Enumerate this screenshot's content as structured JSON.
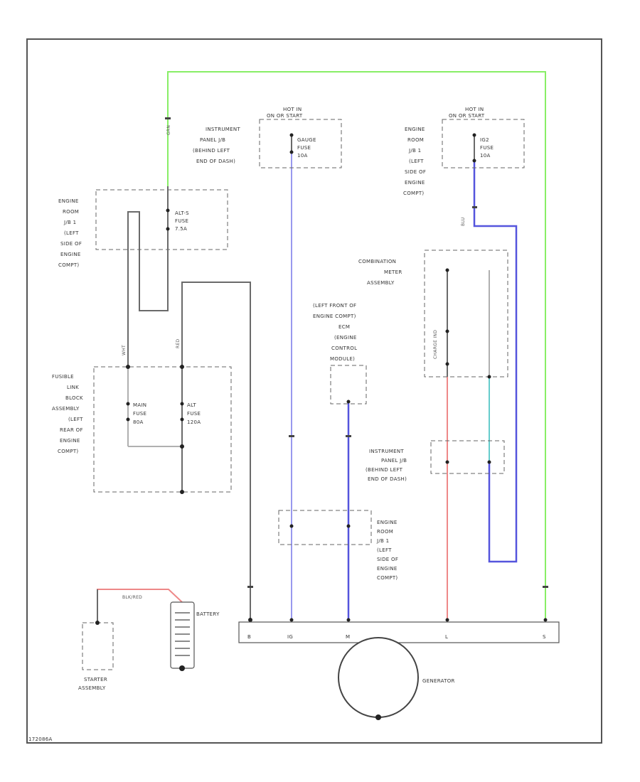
{
  "diagram": {
    "stamp": "172086A",
    "labels": {
      "hot_in_1_line1": "HOT IN",
      "hot_in_1_line2": "ON OR START",
      "ip_jb_1": [
        "INSTRUMENT",
        "PANEL J/B",
        "(BEHIND LEFT",
        "END OF DASH)"
      ],
      "gauge_fuse": [
        "GAUGE",
        "FUSE",
        "10A"
      ],
      "hot_in_2_line1": "HOT IN",
      "hot_in_2_line2": "ON OR START",
      "engine_room_jb_top": [
        "ENGINE",
        "ROOM",
        "J/B 1",
        "(LEFT",
        "SIDE OF",
        "ENGINE",
        "COMPT)"
      ],
      "ign_fuse": [
        "IG2",
        "FUSE",
        "10A"
      ],
      "engine_room_jb_left": [
        "ENGINE",
        "ROOM",
        "J/B 1",
        "(LEFT",
        "SIDE OF",
        "ENGINE",
        "COMPT)"
      ],
      "alt_s_fuse": [
        "ALT-S",
        "FUSE",
        "7.5A"
      ],
      "combination_meter": [
        "COMBINATION",
        "METER",
        "ASSEMBLY"
      ],
      "charge_ind": "CHARGE IND",
      "ecm": [
        "(LEFT FRONT OF",
        "ENGINE COMPT)",
        "ECM",
        "(ENGINE",
        "CONTROL",
        "MODULE)"
      ],
      "fusible_link": [
        "FUSIBLE",
        "LINK",
        "BLOCK",
        "ASSEMBLY",
        "(LEFT",
        "REAR OF",
        "ENGINE",
        "COMPT)"
      ],
      "main_fuse": [
        "MAIN",
        "FUSE",
        "80A"
      ],
      "alt_fuse": [
        "ALT",
        "FUSE",
        "120A"
      ],
      "ip_jb_2": [
        "INSTRUMENT",
        "PANEL J/B",
        "(BEHIND LEFT",
        "END OF DASH)"
      ],
      "engine_room_jb_bottom": [
        "ENGINE",
        "ROOM",
        "J/B 1",
        "(LEFT",
        "SIDE OF",
        "ENGINE",
        "COMPT)"
      ],
      "battery": "BATTERY",
      "starter": [
        "STARTER",
        "ASSEMBLY"
      ],
      "generator": "GENERATOR",
      "gen_terminals": [
        "B",
        "IG",
        "M",
        "L",
        "S"
      ],
      "wire_grn": "GRN",
      "wire_blu": "BLU",
      "wire_red_top": "BLK/RED",
      "wire_wht": "WHT",
      "wire_red_right": "RED"
    }
  }
}
